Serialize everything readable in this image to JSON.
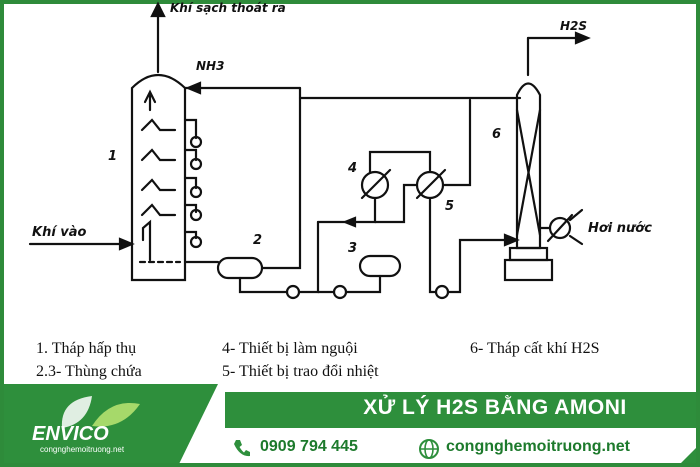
{
  "diagram": {
    "top_label": "Khí sạch thoát ra",
    "nh3_label": "NH3",
    "h2s_label": "H2S",
    "inlet_label": "Khí vào",
    "steam_label": "Hơi nước",
    "num_1": "1",
    "num_2": "2",
    "num_3": "3",
    "num_4": "4",
    "num_5": "5",
    "num_6": "6"
  },
  "legend": {
    "item1": "1.    Tháp hấp thụ",
    "item23": "2.3- Thùng chứa",
    "item4": "4- Thiết bị làm nguội",
    "item5": "5- Thiết bị trao đổi nhiệt",
    "item6": "6-  Tháp cất khí H2S"
  },
  "banner": {
    "title": "XỬ LÝ H2S BẰNG AMONI",
    "logo_text": "ENVICO",
    "logo_sub": "congnghemoitruong.net",
    "phone": "0909 794 445",
    "website": "congnghemoitruong.net"
  },
  "colors": {
    "brand_green": "#2e8f3c",
    "text_green": "#1d7a2c"
  }
}
